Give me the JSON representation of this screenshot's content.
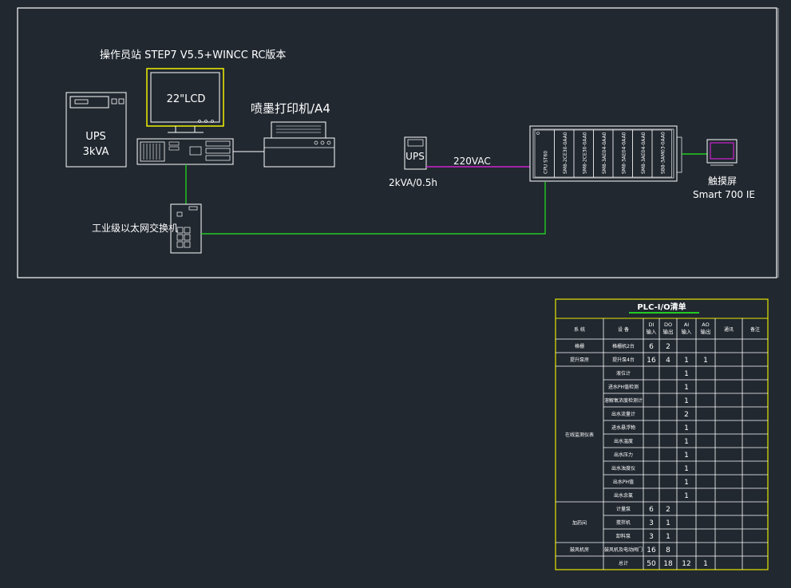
{
  "colors": {
    "background": "#212830",
    "line_white": "#ffffff",
    "monitor_yellow": "#ffff00",
    "ethernet_green": "#22cc22",
    "power_magenta": "#cc22cc",
    "table_yellow": "#e6e600",
    "title_underline": "#22cc22"
  },
  "diagram": {
    "operator_station_label": "操作员站 STEP7 V5.5+WINCC RC版本",
    "monitor_label": "22\"LCD",
    "printer_label": "喷墨打印机/A4",
    "ups_large": {
      "line1": "UPS",
      "line2": "3kVA"
    },
    "ups_small": {
      "label": "UPS",
      "capacity": "2kVA/0.5h"
    },
    "power_label": "220VAC",
    "switch_label": "工业级以太网交换机",
    "hmi": {
      "line1": "触摸屏",
      "line2": "Smart 700 IE"
    },
    "plc_modules": [
      "CPU ST60",
      "SM8-2CE30-0AA0",
      "SM8-2CE30-0AA0",
      "SM8-3AE04-0AA0",
      "SM8-3AE04-0AA0",
      "SM8-3AE04-0AA0",
      "SB8-3AM03-0AA0"
    ]
  },
  "io_table": {
    "title": "PLC-I/O清单",
    "headers": [
      "系 统",
      "设 备",
      "DI\n输入",
      "DO\n输出",
      "AI\n输入",
      "AO\n输出",
      "通讯",
      "备注"
    ],
    "rows": [
      {
        "system": "格栅",
        "device": "格栅机2台",
        "di": "6",
        "do": "2",
        "ai": "",
        "ao": ""
      },
      {
        "system": "提升泵房",
        "device": "提升泵4台",
        "di": "16",
        "do": "4",
        "ai": "1",
        "ao": "1"
      },
      {
        "system": "",
        "device": "液位计",
        "di": "",
        "do": "",
        "ai": "1",
        "ao": ""
      },
      {
        "system": "",
        "device": "进水PH值检测",
        "di": "",
        "do": "",
        "ai": "1",
        "ao": ""
      },
      {
        "system": "",
        "device": "溶解氧浓度检测计",
        "di": "",
        "do": "",
        "ai": "1",
        "ao": ""
      },
      {
        "system": "",
        "device": "出水流量计",
        "di": "",
        "do": "",
        "ai": "2",
        "ao": ""
      },
      {
        "system": "在线监测仪表",
        "device": "进水悬浮物",
        "di": "",
        "do": "",
        "ai": "1",
        "ao": ""
      },
      {
        "system": "",
        "device": "出水温度",
        "di": "",
        "do": "",
        "ai": "1",
        "ao": ""
      },
      {
        "system": "",
        "device": "出水压力",
        "di": "",
        "do": "",
        "ai": "1",
        "ao": ""
      },
      {
        "system": "",
        "device": "出水浊度仪",
        "di": "",
        "do": "",
        "ai": "1",
        "ao": ""
      },
      {
        "system": "",
        "device": "出水PH值",
        "di": "",
        "do": "",
        "ai": "1",
        "ao": ""
      },
      {
        "system": "",
        "device": "出水余氯",
        "di": "",
        "do": "",
        "ai": "1",
        "ao": ""
      },
      {
        "system": "",
        "device": "计量泵",
        "di": "6",
        "do": "2",
        "ai": "",
        "ao": ""
      },
      {
        "system": "加药间",
        "device": "搅拌机",
        "di": "3",
        "do": "1",
        "ai": "",
        "ao": ""
      },
      {
        "system": "",
        "device": "卸料泵",
        "di": "3",
        "do": "1",
        "ai": "",
        "ao": ""
      },
      {
        "system": "鼓风机房",
        "device": "鼓风机及电动阀门",
        "di": "16",
        "do": "8",
        "ai": "",
        "ao": ""
      },
      {
        "system": "",
        "device": "总计",
        "di": "50",
        "do": "18",
        "ai": "12",
        "ao": "1"
      }
    ]
  }
}
